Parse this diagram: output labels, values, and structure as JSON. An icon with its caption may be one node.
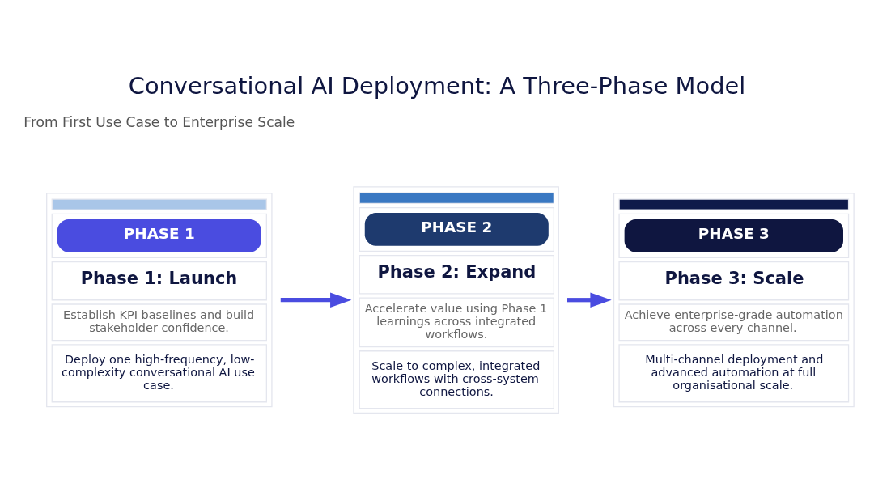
{
  "diagram": {
    "title": "Conversational AI Deployment: A Three-Phase Model",
    "nodes": [
      {
        "text": [
          "PHASE 1",
          "Phase 1: Launch",
          "Establish KPI baselines and build stakeholder confidence.",
          "Deploy one high-frequency, low-complexity conversational AI use case."
        ]
      },
      {
        "text": [
          "PHASE 2",
          "Phase 2: Expand",
          "Accelerate value using Phase 1 learnings across integrated workflows.",
          "Scale to complex, integrated workflows with cross-system connections."
        ]
      },
      {
        "text": [
          "PHASE 3",
          "Phase 3: Scale",
          "Achieve enterprise-grade automation across every channel.",
          "Multi-channel deployment and advanced automation at full organisational scale."
        ]
      }
    ],
    "edges": [
      {
        "from": 0,
        "to": 1,
        "arrow": "to"
      },
      {
        "from": 1,
        "to": 2,
        "arrow": "to"
      }
    ],
    "labels": [
      "From First Use Case to Enterprise Scale"
    ]
  }
}
